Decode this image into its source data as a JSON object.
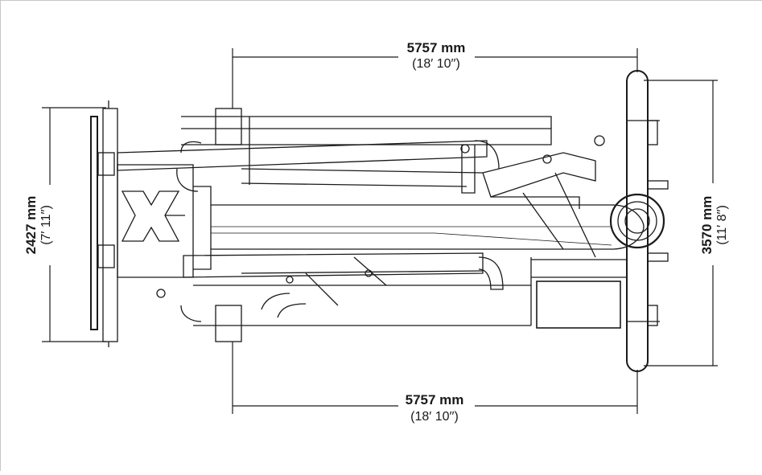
{
  "dimensions": {
    "top_length": {
      "value": "5757 mm",
      "imperial": "(18′ 10′′)"
    },
    "bottom_length": {
      "value": "5757 mm",
      "imperial": "(18′ 10′′)"
    },
    "left_width": {
      "value": "2427 mm",
      "imperial": "(7′ 11′′)"
    },
    "right_width": {
      "value": "3570 mm",
      "imperial": "(11′ 8′′)"
    }
  },
  "colors": {
    "line": "#1a1a1a",
    "background": "#ffffff"
  }
}
